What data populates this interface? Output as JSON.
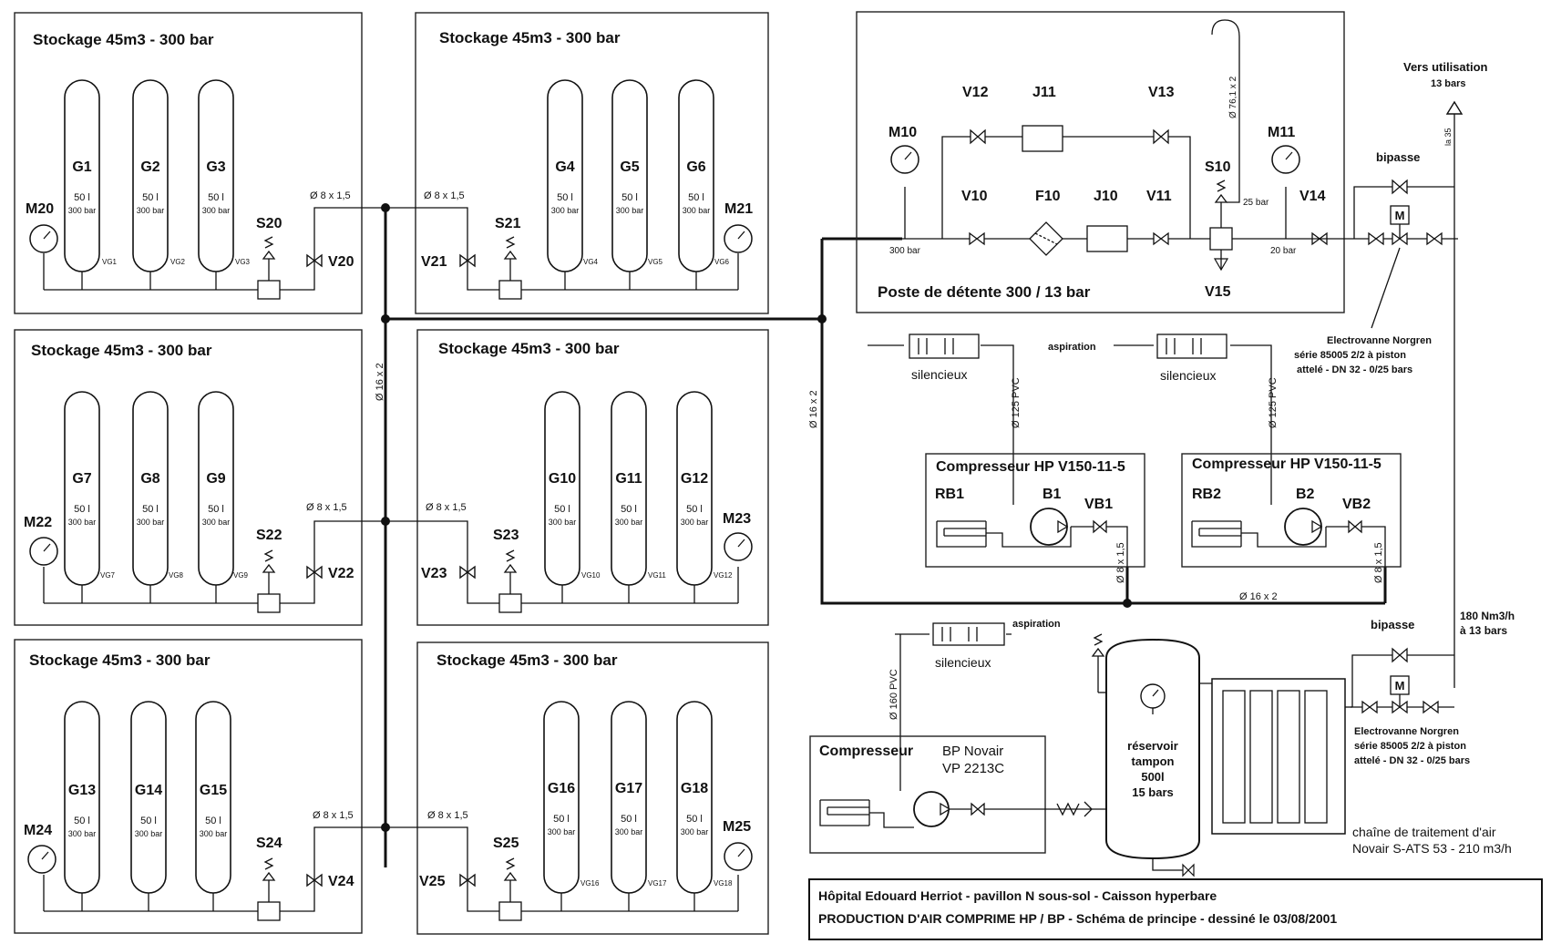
{
  "storage": [
    {
      "title": "Stockage 45m3 - 300 bar",
      "bottles": [
        {
          "label": "G1",
          "valve": "VG1"
        },
        {
          "label": "G2",
          "valve": "VG2"
        },
        {
          "label": "G3",
          "valve": "VG3"
        }
      ],
      "gauge": "M20",
      "safety": "S20",
      "valve": "V20",
      "pipe": "Ø 8 x 1,5"
    },
    {
      "title": "Stockage 45m3 - 300 bar",
      "bottles": [
        {
          "label": "G4",
          "valve": "VG4"
        },
        {
          "label": "G5",
          "valve": "VG5"
        },
        {
          "label": "G6",
          "valve": "VG6"
        }
      ],
      "gauge": "M21",
      "safety": "S21",
      "valve": "V21",
      "pipe": "Ø 8 x 1,5"
    },
    {
      "title": "Stockage 45m3 - 300 bar",
      "bottles": [
        {
          "label": "G7",
          "valve": "VG7"
        },
        {
          "label": "G8",
          "valve": "VG8"
        },
        {
          "label": "G9",
          "valve": "VG9"
        }
      ],
      "gauge": "M22",
      "safety": "S22",
      "valve": "V22",
      "pipe": "Ø 8 x 1,5"
    },
    {
      "title": "Stockage 45m3 - 300 bar",
      "bottles": [
        {
          "label": "G10",
          "valve": "VG10"
        },
        {
          "label": "G11",
          "valve": "VG11"
        },
        {
          "label": "G12",
          "valve": "VG12"
        }
      ],
      "gauge": "M23",
      "safety": "S23",
      "valve": "V23",
      "pipe": "Ø 8 x 1,5"
    },
    {
      "title": "Stockage 45m3 - 300 bar",
      "bottles": [
        {
          "label": "G13",
          "valve": ""
        },
        {
          "label": "G14",
          "valve": ""
        },
        {
          "label": "G15",
          "valve": ""
        }
      ],
      "gauge": "M24",
      "safety": "S24",
      "valve": "V24",
      "pipe": "Ø 8 x 1,5"
    },
    {
      "title": "Stockage 45m3 - 300 bar",
      "bottles": [
        {
          "label": "G16",
          "valve": "VG16"
        },
        {
          "label": "G17",
          "valve": "VG17"
        },
        {
          "label": "G18",
          "valve": "VG18"
        }
      ],
      "gauge": "M25",
      "safety": "S25",
      "valve": "V25",
      "pipe": "Ø 8 x 1,5"
    }
  ],
  "bottle_capacity": "50 l",
  "bottle_pressure": "300 bar",
  "main_pipe": "Ø 16 x 2",
  "station": {
    "title": "Poste de détente 300 / 13 bar",
    "labels": {
      "V12": "V12",
      "J11": "J11",
      "V13": "V13",
      "M10": "M10",
      "V10": "V10",
      "F10": "F10",
      "J10": "J10",
      "V11": "V11",
      "S10": "S10",
      "M11": "M11",
      "V14": "V14",
      "V15": "V15"
    },
    "p_in": "300 bar",
    "p_relief": "25 bar",
    "p_out": "20 bar",
    "vent_pipe": "Ø 76,1 x 2"
  },
  "outlet": {
    "title": "Vers utilisation",
    "pressure": "13 bars",
    "side_label": "la 35"
  },
  "bypass_top": "bipasse",
  "bypass_bottom": "bipasse",
  "electrovalve_top": [
    "Electrovanne Norgren",
    "série 85005  2/2 à piston",
    "attelé - DN 32 - 0/25 bars"
  ],
  "electrovalve_bottom": [
    "Electrovanne Norgren",
    "série 85005  2/2 à piston",
    "attelé - DN 32 - 0/25 bars"
  ],
  "flow": [
    "180 Nm3/h",
    "à 13 bars"
  ],
  "hp_compressors": [
    {
      "title": "Compresseur HP  V150-11-5",
      "rb": "RB1",
      "b": "B1",
      "vb": "VB1",
      "silencer": "silencieux",
      "intake_pipe": "Ø 125 PVC",
      "out_pipe": "Ø 8 x 1,5"
    },
    {
      "title": "Compresseur HP  V150-11-5",
      "rb": "RB2",
      "b": "B2",
      "vb": "VB2",
      "silencer": "silencieux",
      "intake_pipe": "Ø 125 PVC",
      "out_pipe": "Ø 8 x 1,5"
    }
  ],
  "aspiration_1": "aspiration",
  "aspiration_2": "aspiration",
  "bp_compressor": {
    "title": "Compresseur",
    "model_1": "BP Novair",
    "model_2": "VP 2213C",
    "silencer": "silencieux",
    "intake_pipe": "Ø 160 PVC"
  },
  "tank": [
    "réservoir",
    "tampon",
    "500l",
    "15 bars"
  ],
  "treatment": [
    "chaîne de traitement d'air",
    "Novair S-ATS 53 - 210 m3/h"
  ],
  "titleblock": [
    "Hôpital Edouard Herriot - pavillon N sous-sol - Caisson hyperbare",
    "PRODUCTION D'AIR COMPRIME HP / BP - Schéma de principe - dessiné le 03/08/2001"
  ],
  "colors": {
    "ink": "#111111",
    "paper": "#ffffff"
  }
}
